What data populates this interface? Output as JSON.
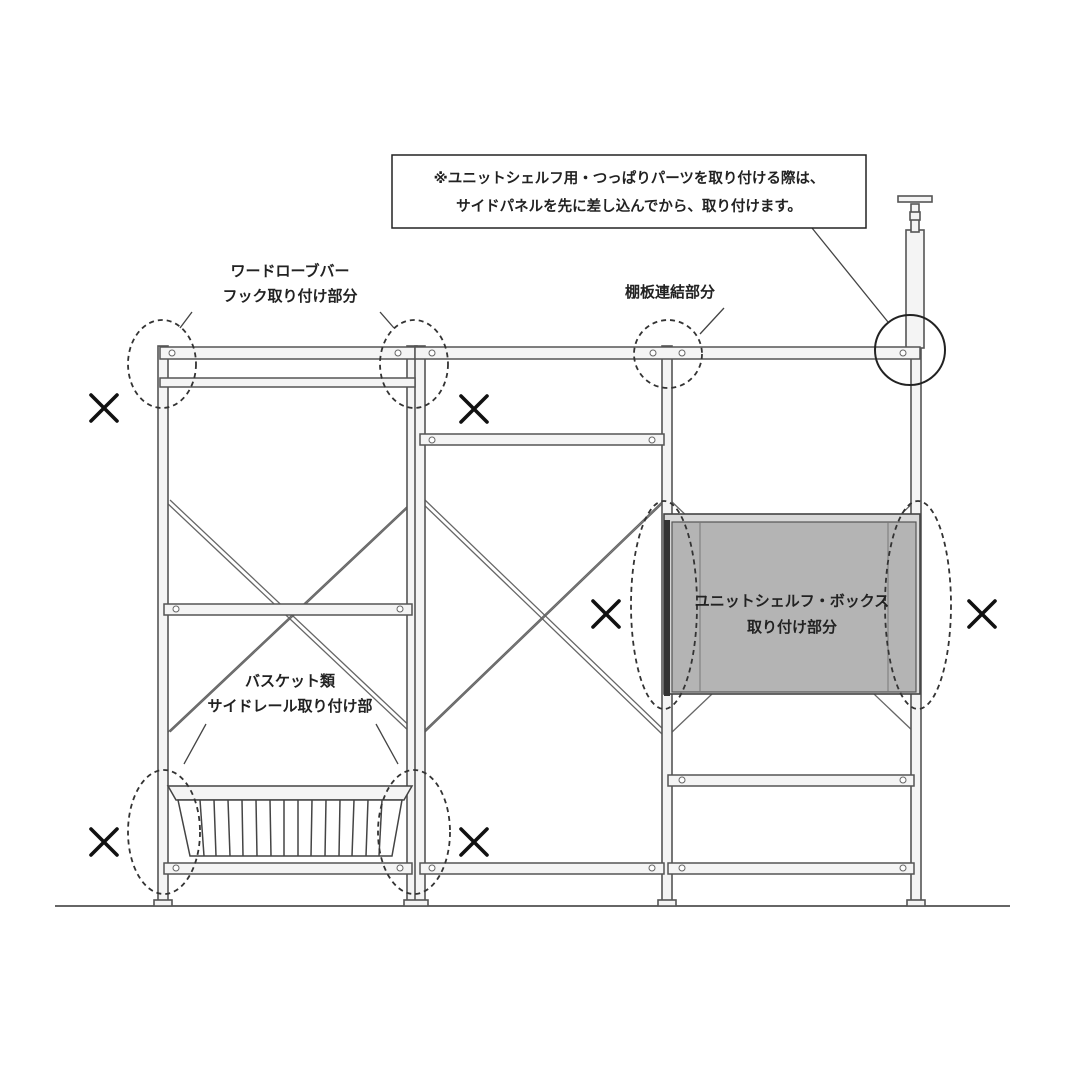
{
  "note": {
    "line1": "※ユニットシェルフ用・つっぱりパーツを取り付ける際は、",
    "line2": "サイドパネルを先に差し込んでから、取り付けます。"
  },
  "labels": {
    "wardrobe_line1": "ワードローブバー",
    "wardrobe_line2": "フック取り付け部分",
    "shelf_joint": "棚板連結部分",
    "basket_line1": "バスケット類",
    "basket_line2": "サイドレール取り付け部",
    "box_line1": "ユニットシェルフ・ボックス",
    "box_line2": "取り付け部分"
  },
  "colors": {
    "panel_fill": "#b4b4b4",
    "frame_stroke": "#555555"
  }
}
